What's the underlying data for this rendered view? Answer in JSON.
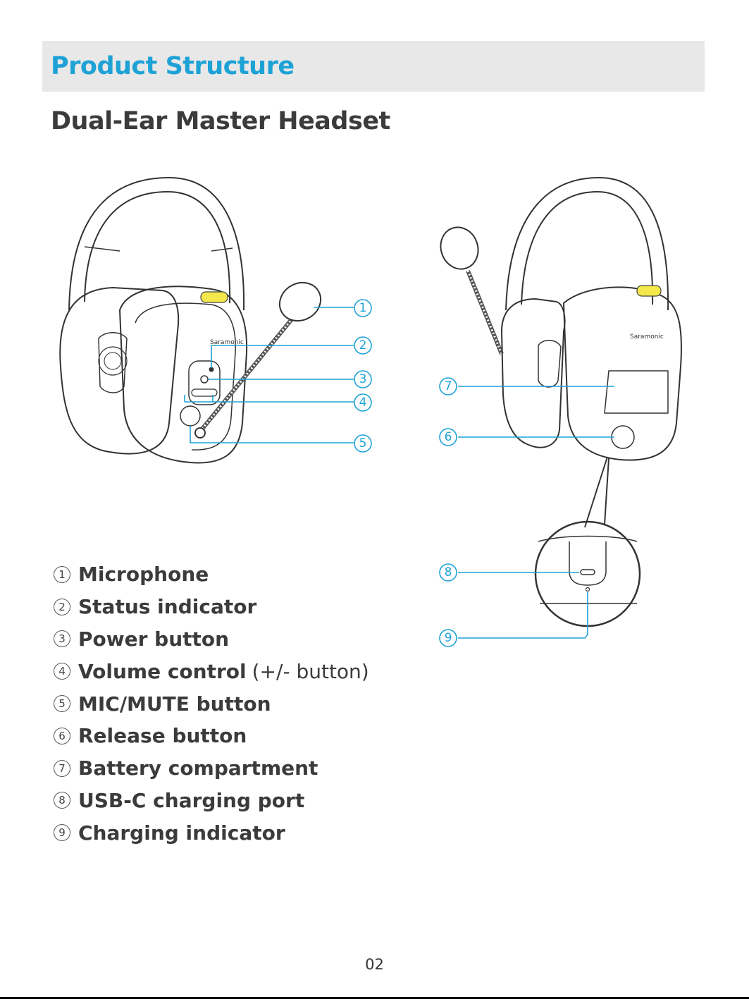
{
  "header": {
    "section_title": "Product Structure"
  },
  "page_heading": "Dual-Ear Master Headset",
  "diagram": {
    "brand_left": "Saramonic",
    "brand_right": "Saramonic",
    "callouts": [
      "1",
      "2",
      "3",
      "4",
      "5",
      "6",
      "7",
      "8",
      "9"
    ]
  },
  "parts": [
    {
      "num": "1",
      "name": "Microphone",
      "suffix": ""
    },
    {
      "num": "2",
      "name": "Status indicator",
      "suffix": ""
    },
    {
      "num": "3",
      "name": "Power button",
      "suffix": ""
    },
    {
      "num": "4",
      "name": "Volume control",
      "suffix": "(+/- button)"
    },
    {
      "num": "5",
      "name": "MIC/MUTE button",
      "suffix": ""
    },
    {
      "num": "6",
      "name": "Release button",
      "suffix": ""
    },
    {
      "num": "7",
      "name": "Battery compartment",
      "suffix": ""
    },
    {
      "num": "8",
      "name": "USB-C charging port",
      "suffix": ""
    },
    {
      "num": "9",
      "name": "Charging indicator",
      "suffix": ""
    }
  ],
  "page_number": "02",
  "colors": {
    "accent": "#1ea2d6",
    "header_band": "#e8e8e8",
    "text": "#3b3b3b",
    "label_yellow": "#f4e84a"
  }
}
